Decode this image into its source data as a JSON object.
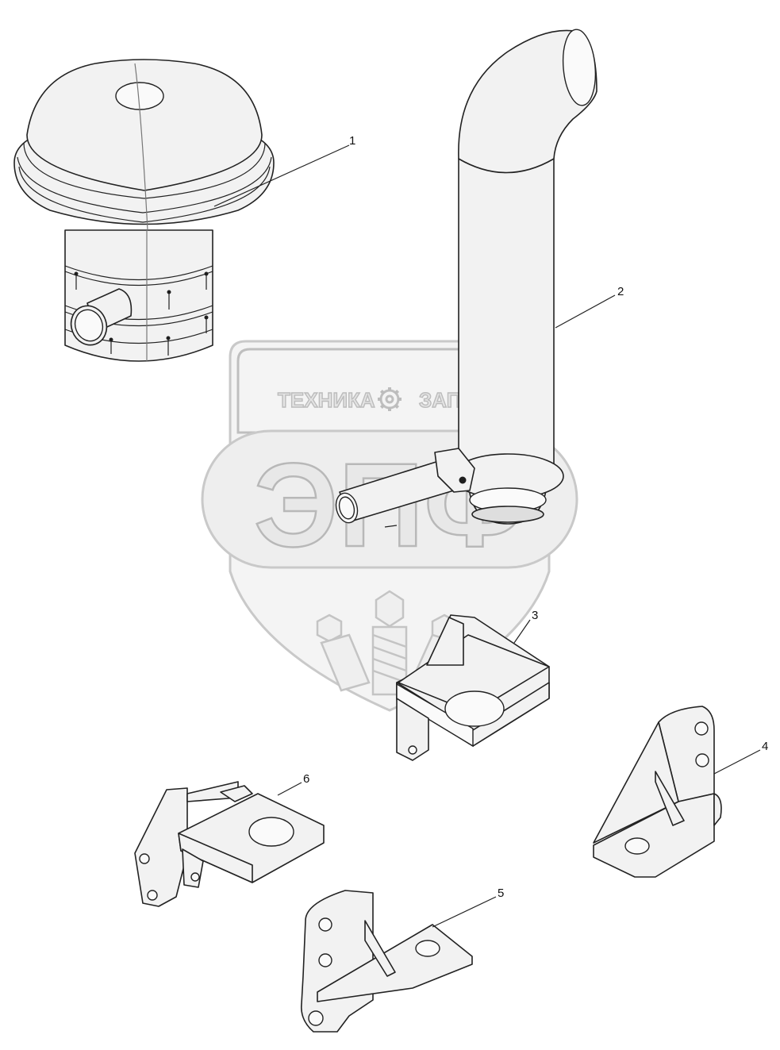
{
  "watermark": {
    "top_left": "ТЕХНИКА",
    "top_right": "ЗАПЧАСТИ",
    "main": "ЭПФ",
    "gear_icon": "gear-icon",
    "wheat_icon": "wheat-icon",
    "color": "#bfbfbf"
  },
  "callouts": [
    {
      "id": "1",
      "label": "1"
    },
    {
      "id": "2",
      "label": "2"
    },
    {
      "id": "3",
      "label": "3"
    },
    {
      "id": "4",
      "label": "4"
    },
    {
      "id": "5",
      "label": "5"
    },
    {
      "id": "6",
      "label": "6"
    }
  ],
  "line_color": "#222222",
  "part_fill": "#f2f2f2"
}
